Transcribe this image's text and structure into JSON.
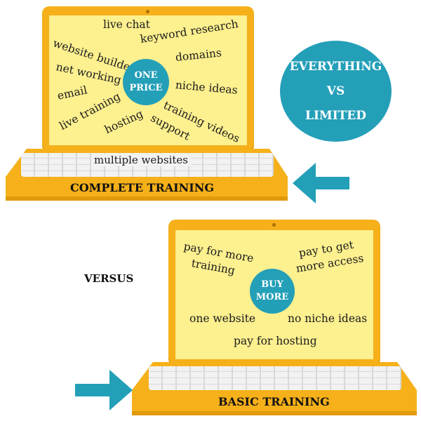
{
  "top_laptop": {
    "words": {
      "live_chat": "live chat",
      "website_builder": "website builder",
      "keyword_research": "keyword research",
      "domains": "domains",
      "net_working": "net working",
      "niche_ideas": "niche ideas",
      "email": "email",
      "training_videos": "training videos",
      "live_training": "live training",
      "hosting": "hosting",
      "support": "support",
      "multiple_websites": "multiple websites"
    },
    "bubble": {
      "line1": "ONE",
      "line2": "PRICE"
    },
    "label": "COMPLETE TRAINING"
  },
  "comparison_bubble": {
    "line1": "EVERYTHING",
    "line2": "VS",
    "line3": "LIMITED"
  },
  "versus_label": "VERSUS",
  "bottom_laptop": {
    "words": {
      "pay_for_more_training_1": "pay for more",
      "pay_for_more_training_2": "training",
      "pay_to_get_more_access_1": "pay to get",
      "pay_to_get_more_access_2": "more access",
      "one_website": "one website",
      "no_niche_ideas": "no niche ideas",
      "pay_for_hosting": "pay for hosting"
    },
    "bubble": {
      "line1": "BUY",
      "line2": "MORE"
    },
    "label": "BASIC TRAINING"
  },
  "colors": {
    "laptop": "#f5b01a",
    "screen": "#fdf08f",
    "accent": "#249fb8"
  },
  "icons": [
    "arrow-left-icon",
    "arrow-right-icon"
  ]
}
